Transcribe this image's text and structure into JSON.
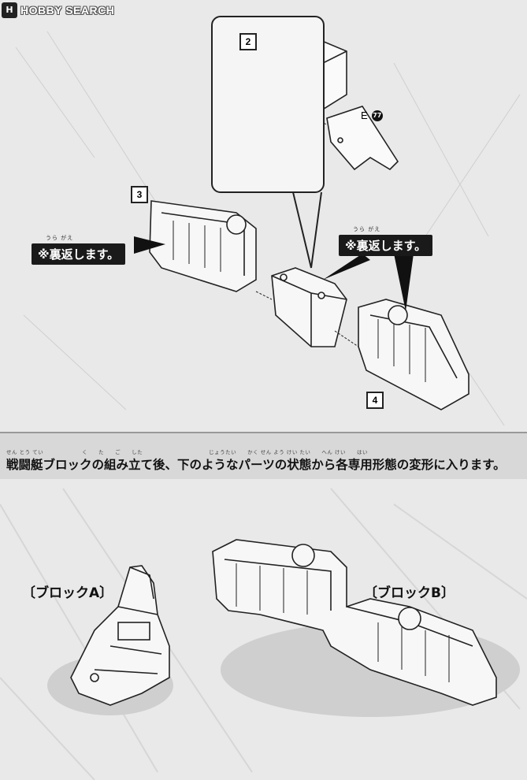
{
  "watermark": {
    "text": "HOBBY SEARCH",
    "mark": "H"
  },
  "upper": {
    "steps": [
      "2",
      "3",
      "4"
    ],
    "part_ref": {
      "letter": "E",
      "number": "77"
    },
    "notes": [
      {
        "ruby": "うら がえ",
        "text": "※裏返します。"
      },
      {
        "ruby": "うら がえ",
        "text": "※裏返します。"
      }
    ]
  },
  "caption": {
    "ruby": "せん とう てい　　　　　　　く　　た　　ご　　した　　　　　　　　　　　　じょうたい　　かく せん よう けい たい　　へん けい　　はい",
    "text": "戦闘艇ブロックの組み立て後、下のようなパーツの状態から各専用形態の変形に入ります。"
  },
  "blocks": {
    "a_label": "〔ブロックA〕",
    "b_label": "〔ブロックB〕"
  }
}
